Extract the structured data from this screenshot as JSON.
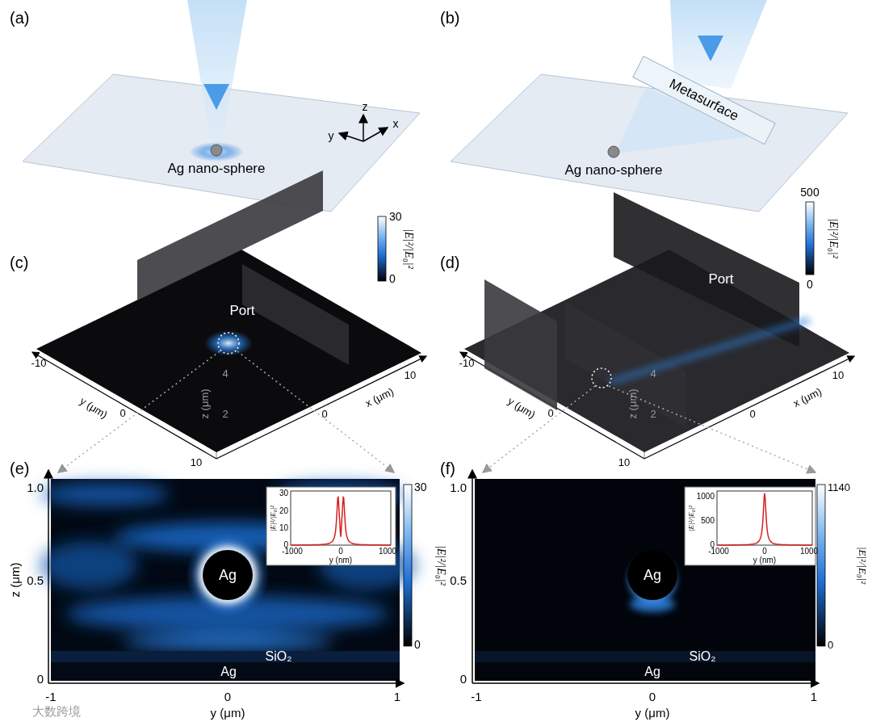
{
  "diagram": {
    "nodes": [
      {
        "text": [
          "Metasurface"
        ]
      },
      {
        "text": [
          "Ag"
        ]
      },
      {
        "text": [
          "Ag"
        ]
      }
    ],
    "labels": [
      "(a)",
      "Ag nano-sphere",
      "z",
      "y",
      "x",
      "(b)",
      "Ag nano-sphere",
      "(c)",
      "30",
      "0",
      "|E|²/|E₀|²",
      "Port",
      "-10",
      "y (μm)",
      "0",
      "10",
      "z (μm)",
      "4",
      "2",
      "0",
      "x (μm)",
      "10",
      "(d)",
      "500",
      "0",
      "|E|²/|E₀|²",
      "Port",
      "-10",
      "y (μm)",
      "0",
      "10",
      "z (μm)",
      "4",
      "2",
      "0",
      "x (μm)",
      "10",
      "(e)",
      "1.0",
      "0.5",
      "0",
      "z (μm)",
      "-1",
      "0",
      "1",
      "y (μm)",
      "Ag",
      "SiO₂",
      "30",
      "0",
      "|E|²/|E₀|²",
      "30",
      "20",
      "10",
      "0",
      "-1000",
      "0",
      "1000",
      "y (nm)",
      "|E|²/|E₀|²",
      "(f)",
      "1.0",
      "0.5",
      "0",
      "-1",
      "0",
      "1",
      "y (μm)",
      "Ag",
      "SiO₂",
      "1140",
      "0",
      "|E|²/|E₀|²",
      "1000",
      "500",
      "0",
      "-1000",
      "0",
      "1000",
      "y (nm)",
      "|E|²/|E₀|²",
      "大数跨境"
    ]
  }
}
